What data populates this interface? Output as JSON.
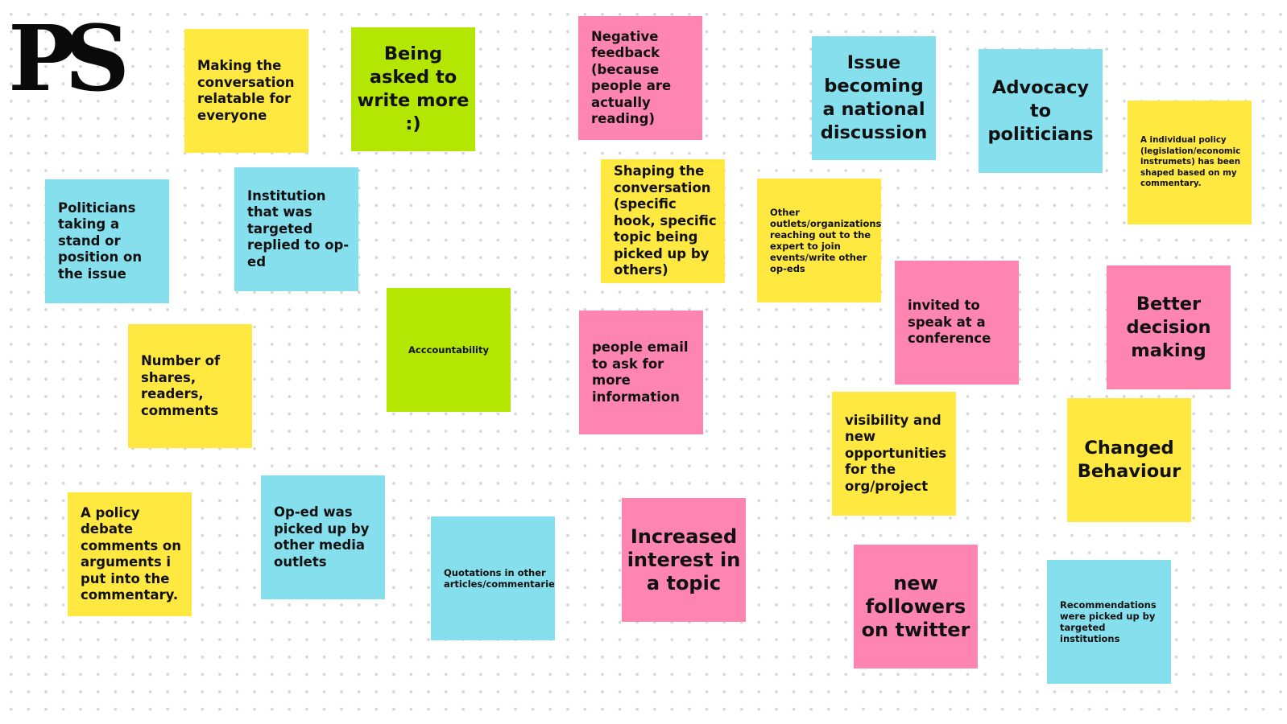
{
  "colors": {
    "yellow": "#ffe941",
    "green": "#b3e600",
    "pink": "#ff85b1",
    "blue": "#86dfec",
    "logo": "#0a0a0a"
  },
  "logo": {
    "text": "PS"
  },
  "notes": [
    {
      "id": "making-conversation-relatable",
      "color": "yellow",
      "text": "Making the conversation relatable for everyone"
    },
    {
      "id": "being-asked-to-write-more",
      "color": "green",
      "text": "Being asked to write more :)"
    },
    {
      "id": "negative-feedback",
      "color": "pink",
      "text": "Negative feedback (because people are actually reading)"
    },
    {
      "id": "issue-national-discussion",
      "color": "blue",
      "text": "Issue becoming a national discussion"
    },
    {
      "id": "advocacy-to-politicians",
      "color": "blue",
      "text": "Advocacy to politicians"
    },
    {
      "id": "individual-policy-shaped",
      "color": "yellow",
      "text": "A individual policy (legislation/economic instrumets) has been shaped based on my commentary."
    },
    {
      "id": "politicians-taking-stand",
      "color": "blue",
      "text": "Politicians taking a stand or position on the issue"
    },
    {
      "id": "institution-replied",
      "color": "blue",
      "text": "Institution that was targeted replied to op-ed"
    },
    {
      "id": "shaping-the-conversation",
      "color": "yellow",
      "text": "Shaping the conversation (specific hook, specific topic being picked up by others)"
    },
    {
      "id": "other-outlets-reaching-out",
      "color": "yellow",
      "text": "Other outlets/organizations reaching out to the expert to join events/write other op-eds"
    },
    {
      "id": "accountability",
      "color": "green",
      "text": "Acccountability"
    },
    {
      "id": "invited-to-speak",
      "color": "pink",
      "text": "invited to speak at a conference"
    },
    {
      "id": "better-decision-making",
      "color": "pink",
      "text": "Better decision making"
    },
    {
      "id": "number-of-shares",
      "color": "yellow",
      "text": "Number of shares, readers, comments"
    },
    {
      "id": "people-email",
      "color": "pink",
      "text": "people email to ask for more information"
    },
    {
      "id": "visibility-new-opportunities",
      "color": "yellow",
      "text": "visibility and new opportunities for the org/project"
    },
    {
      "id": "changed-behaviour",
      "color": "yellow",
      "text": "Changed Behaviour"
    },
    {
      "id": "policy-debate-comments",
      "color": "yellow",
      "text": "A policy debate comments on arguments i put into the commentary."
    },
    {
      "id": "op-ed-picked-up",
      "color": "blue",
      "text": "Op-ed was picked up by other media outlets"
    },
    {
      "id": "quotations-in-other-articles",
      "color": "blue",
      "text": "Quotations in other articles/commentaries"
    },
    {
      "id": "increased-interest",
      "color": "pink",
      "text": "Increased interest in a topic"
    },
    {
      "id": "new-followers-twitter",
      "color": "pink",
      "text": "new followers on twitter"
    },
    {
      "id": "recommendations-picked-up",
      "color": "blue",
      "text": "Recommendations were picked up by targeted institutions"
    }
  ]
}
